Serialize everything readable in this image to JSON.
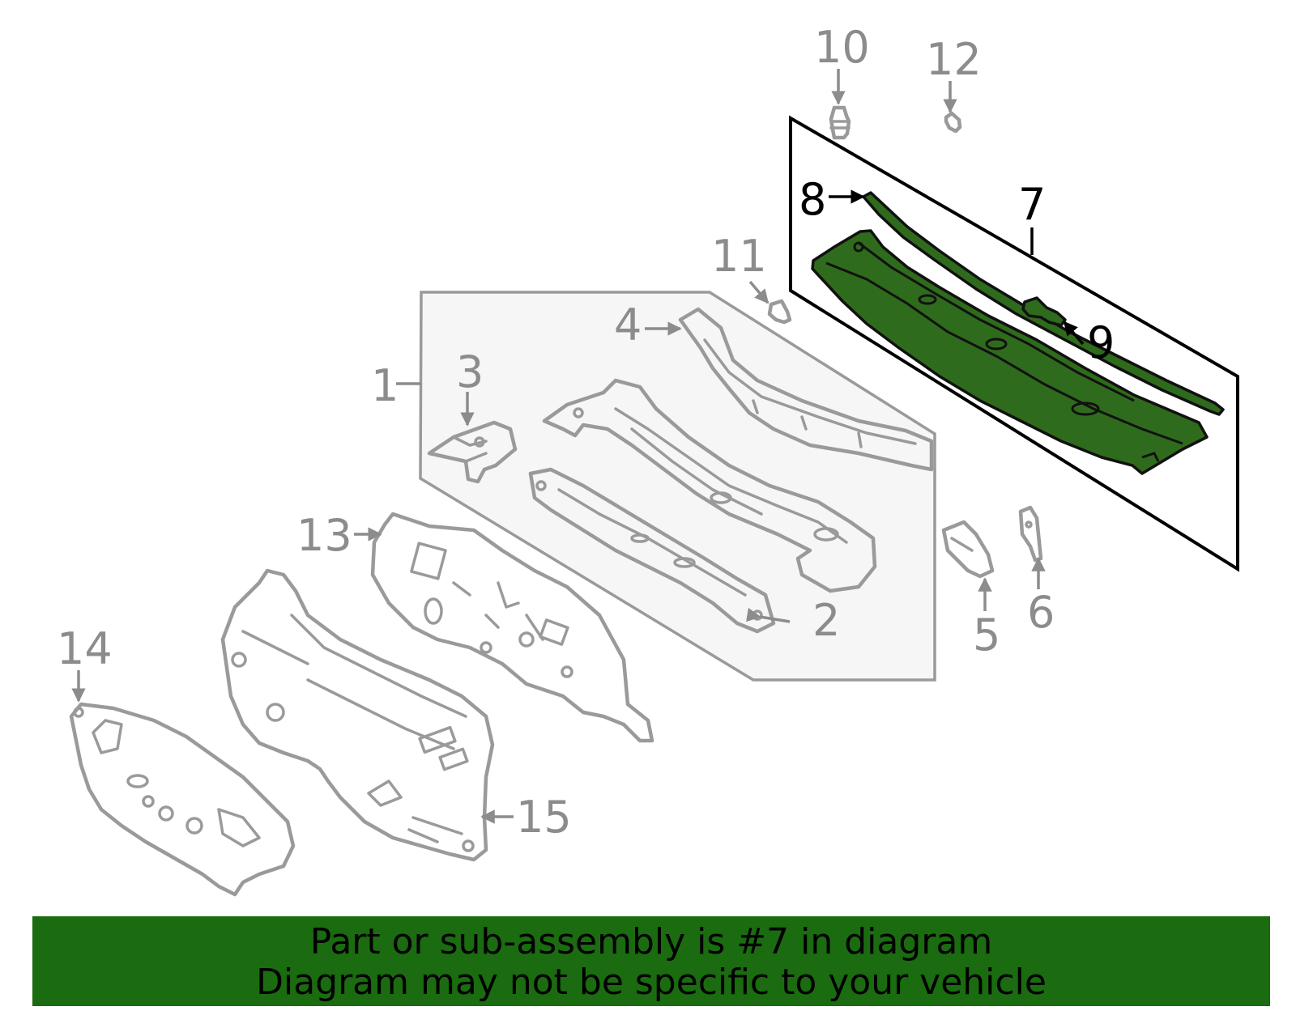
{
  "diagram": {
    "callouts": {
      "c1": "1",
      "c2": "2",
      "c3": "3",
      "c4": "4",
      "c5": "5",
      "c6": "6",
      "c7": "7",
      "c8": "8",
      "c9": "9",
      "c10": "10",
      "c11": "11",
      "c12": "12",
      "c13": "13",
      "c14": "14",
      "c15": "15"
    },
    "highlighted_part": "7",
    "colors": {
      "highlight_fill": "#2f6b1c",
      "banner_background": "#1b6b10",
      "callout_gray": "#8c8c8c",
      "part_outline": "#9a9a9a",
      "assembly_box_fill": "#f6f6f6"
    }
  },
  "banner": {
    "line1": "Part or sub-assembly is #7 in diagram",
    "line2": "Diagram may not be specific to your vehicle"
  }
}
